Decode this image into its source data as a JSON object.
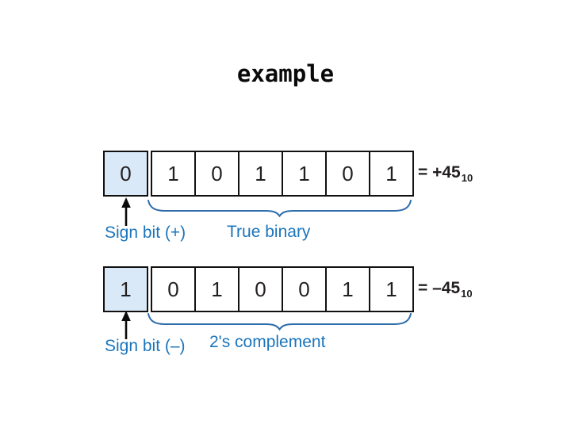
{
  "title": "example",
  "colors": {
    "label_blue": "#1b75bc",
    "brace_blue": "#2e6dab",
    "sign_cell_fill": "#d9e9f7",
    "cell_border": "#111111",
    "text_dark": "#231f20",
    "background": "#ffffff"
  },
  "icons": {
    "arrow": "up-arrow-icon",
    "brace": "curly-brace-icon"
  },
  "diagrams": [
    {
      "bits": [
        "0",
        "1",
        "0",
        "1",
        "1",
        "0",
        "1"
      ],
      "equals": "= +45",
      "base": "10",
      "sign_label": "Sign bit (+)",
      "brace_label": "True binary"
    },
    {
      "bits": [
        "1",
        "0",
        "1",
        "0",
        "0",
        "1",
        "1"
      ],
      "equals": "= –45",
      "base": "10",
      "sign_label": "Sign bit (–)",
      "brace_label": "2's complement"
    }
  ]
}
